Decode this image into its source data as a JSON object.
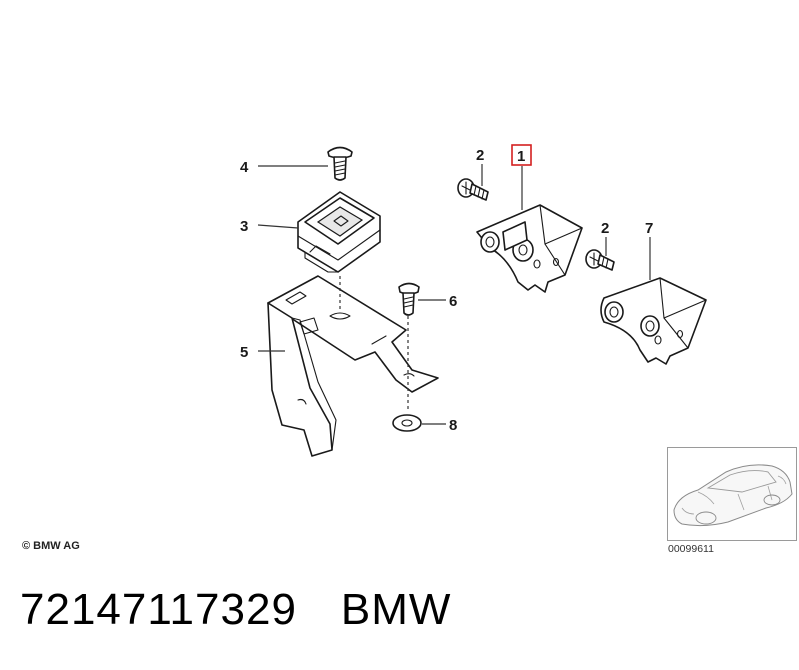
{
  "callouts": {
    "c1": "1",
    "c2a": "2",
    "c2b": "2",
    "c3": "3",
    "c4": "4",
    "c5": "5",
    "c6": "6",
    "c7": "7",
    "c8": "8"
  },
  "copyright": "© BMW AG",
  "image_number": "00099611",
  "part_number": "72147117329",
  "brand": "BMW",
  "colors": {
    "highlight_box": "#d42020",
    "line": "#1a1a1a"
  }
}
